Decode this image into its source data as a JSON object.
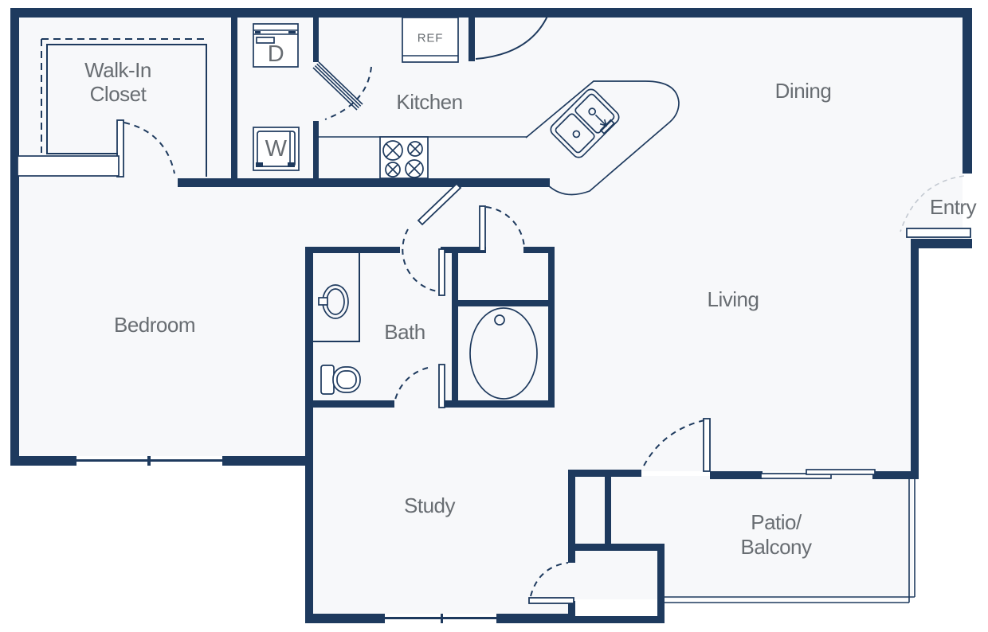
{
  "rooms": {
    "walk_in_closet": {
      "line1": "Walk-In",
      "line2": "Closet"
    },
    "kitchen": "Kitchen",
    "dining": "Dining",
    "entry": "Entry",
    "bedroom": "Bedroom",
    "bath": "Bath",
    "living": "Living",
    "study": "Study",
    "patio": {
      "line1": "Patio/",
      "line2": "Balcony"
    }
  },
  "appliances": {
    "refrigerator": "REF",
    "dryer": "D",
    "washer": "W"
  },
  "colors": {
    "wall": "#1e3a5e",
    "label": "#686d72",
    "floor": "#f7f8fa",
    "entry_swing": "#c3c9d1"
  }
}
